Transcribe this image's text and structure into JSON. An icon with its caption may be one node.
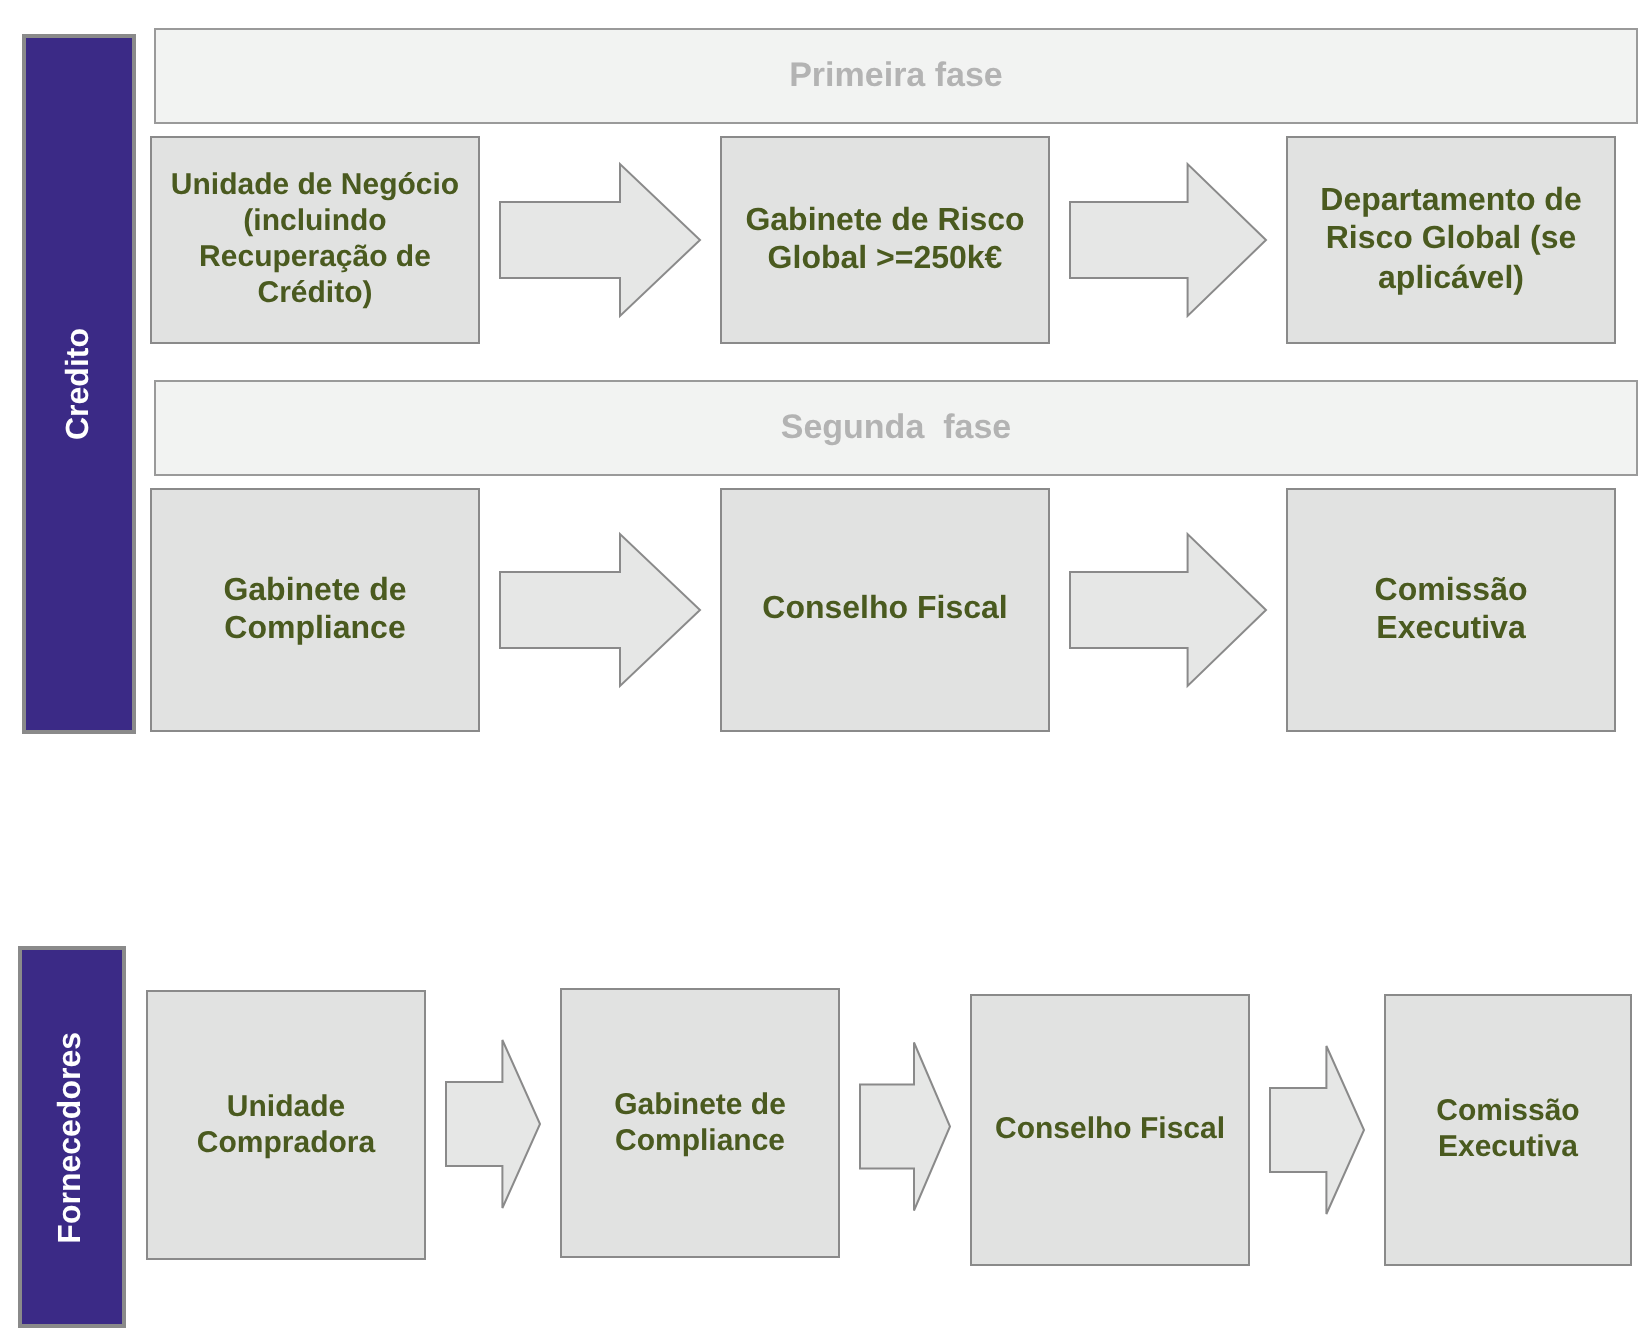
{
  "diagram": {
    "nodes": [
      {
        "text": [
          "Credito"
        ]
      },
      {
        "text": [
          "Primeira fase"
        ]
      },
      {
        "text": [
          "Unidade de Negócio (incluindo Recuperação de Crédito)"
        ]
      },
      {
        "text": [
          "Gabinete de Risco Global >=250k€"
        ]
      },
      {
        "text": [
          "Departamento de Risco Global (se aplicável)"
        ]
      },
      {
        "text": [
          "Segunda  fase"
        ]
      },
      {
        "text": [
          "Gabinete de Compliance"
        ]
      },
      {
        "text": [
          "Conselho Fiscal"
        ]
      },
      {
        "text": [
          "Comissão Executiva"
        ]
      },
      {
        "text": [
          "Fornecedores"
        ]
      },
      {
        "text": [
          "Unidade Compradora"
        ]
      },
      {
        "text": [
          "Gabinete de Compliance"
        ]
      },
      {
        "text": [
          "Conselho Fiscal"
        ]
      },
      {
        "text": [
          "Comissão Executiva"
        ]
      }
    ],
    "edges": [
      {
        "from": 2,
        "to": 3,
        "arrow": "to"
      },
      {
        "from": 3,
        "to": 4,
        "arrow": "to"
      },
      {
        "from": 6,
        "to": 7,
        "arrow": "to"
      },
      {
        "from": 7,
        "to": 8,
        "arrow": "to"
      },
      {
        "from": 10,
        "to": 11,
        "arrow": "to"
      },
      {
        "from": 11,
        "to": 12,
        "arrow": "to"
      },
      {
        "from": 12,
        "to": 13,
        "arrow": "to"
      }
    ]
  }
}
